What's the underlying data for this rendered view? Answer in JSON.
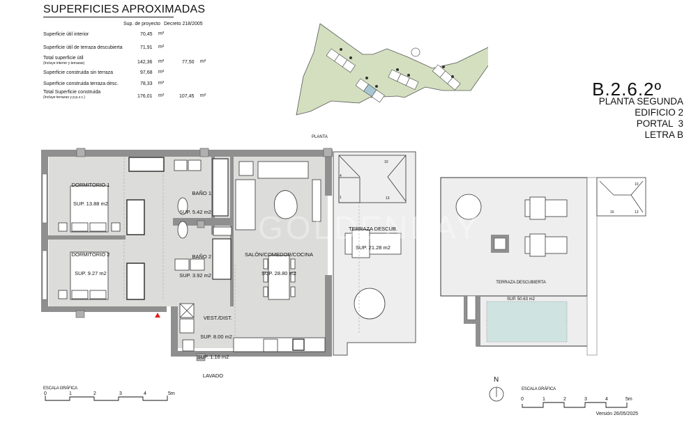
{
  "header": {
    "title": "SUPERFICIES APROXIMADAS",
    "col_project": "Sup. de proyecto",
    "col_decree": "Decreto 218/2005"
  },
  "surfaces": [
    {
      "label": "Superficie útil interior",
      "sub": "",
      "project": "70,45",
      "project_unit": "m²",
      "decree": "",
      "decree_unit": ""
    },
    {
      "label": "Superficie útil de terraza descubierta",
      "sub": "",
      "project": "71,91",
      "project_unit": "m²",
      "decree": "",
      "decree_unit": ""
    },
    {
      "label": "Total superficie útil",
      "sub": "(Incluye interior y terrazas)",
      "project": "142,36",
      "project_unit": "m²",
      "decree": "77,50",
      "decree_unit": "m²"
    },
    {
      "label": "Superficie construida sin terraza",
      "sub": "",
      "project": "97,68",
      "project_unit": "m²",
      "decree": "",
      "decree_unit": ""
    },
    {
      "label": "Superficie construida terraza desc.",
      "sub": "",
      "project": "78,33",
      "project_unit": "m²",
      "decree": "",
      "decree_unit": ""
    },
    {
      "label": "Total Superficie construida",
      "sub": "(Incluye terrazas y p.p.z.c.)",
      "project": "176,01",
      "project_unit": "m²",
      "decree": "107,45",
      "decree_unit": "m²"
    }
  ],
  "unit": {
    "code": "B.2.6.2º",
    "floor": "PLANTA SEGUNDA",
    "building": "EDIFICIO 2",
    "portal": "PORTAL  3",
    "letter": "LETRA B"
  },
  "plan_label": "PLANTA",
  "rooms": {
    "dormitorio1": {
      "name": "DORMITORIO 1",
      "area": "SUP. 13.88 m2"
    },
    "dormitorio2": {
      "name": "DORMITORIO 2",
      "area": "SUP. 9.27 m2"
    },
    "bano1": {
      "name": "BAÑO 1",
      "area": "SUP. 5.42 m2"
    },
    "bano2": {
      "name": "BAÑO 2",
      "area": "SUP. 3.92 m2"
    },
    "salon": {
      "name": "SALÓN/COMEDOR/COCINA",
      "area": "SUP. 28.80 m2"
    },
    "terraza": {
      "name": "TERRAZA DESCUB.",
      "area": "SUP. 21.28 m2"
    },
    "vestibulo": {
      "name": "VEST./DIST.",
      "area": "SUP. 8.00 m2"
    },
    "lavado": {
      "name": "LAVADO",
      "area": "SUP. 1.16 m2"
    },
    "terraza_desc": {
      "name": "TERRAZA DESCUBIERTA",
      "area": "SUP. 50.63 m2"
    }
  },
  "stairs": {
    "main": {
      "s1": "1",
      "s4": "4",
      "s10": "10",
      "s13": "13"
    },
    "roof": {
      "s10": "10",
      "s13": "13",
      "s16": "16"
    }
  },
  "watermark": "GOLDENBAY",
  "scale_left": {
    "label": "ESCALA GRÁFICA",
    "ticks": [
      "0",
      "1",
      "2",
      "3",
      "4",
      "5m"
    ]
  },
  "scale_right": {
    "label": "ESCALA GRÁFICA",
    "ticks": [
      "0",
      "1",
      "2",
      "3",
      "4",
      "5m"
    ]
  },
  "north": "N",
  "version": "Versión 26/05/2025",
  "colors": {
    "wall": "#8f8f8f",
    "floor": "#dcdcda",
    "terrace": "#eeeeee",
    "site": "#d3dfbf",
    "highlight": "#a9c6d3",
    "pool": "#cfe3e1",
    "entry_marker": "#e02020"
  }
}
